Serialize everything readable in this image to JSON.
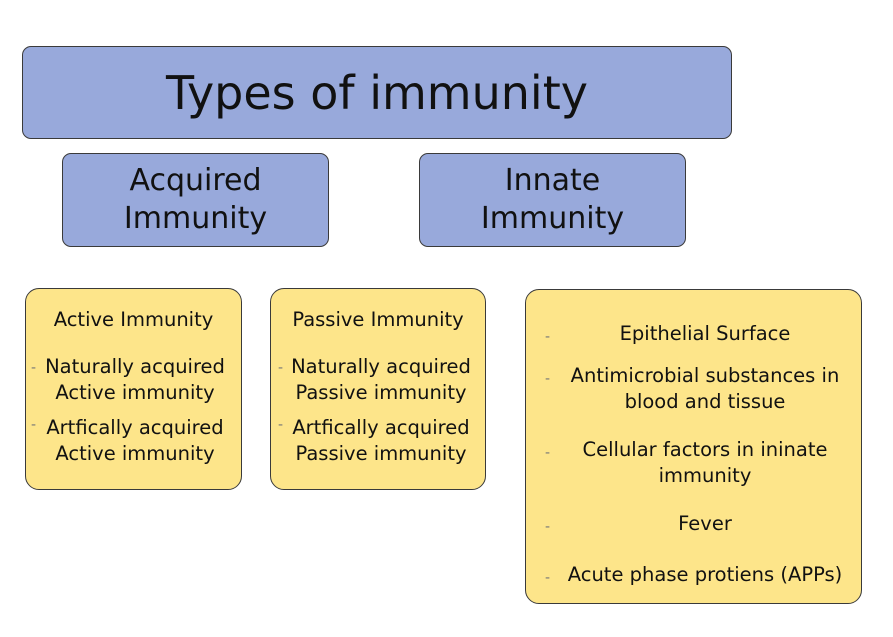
{
  "title": "Types of immunity",
  "categories": {
    "acquired": [
      "Acquired",
      "Immunity"
    ],
    "innate": [
      "Innate",
      "Immunity"
    ]
  },
  "active": {
    "heading": "Active Immunity",
    "items": [
      [
        "Naturally acquired",
        "Active immunity"
      ],
      [
        "Artfically acquired",
        "Active immunity"
      ]
    ]
  },
  "passive": {
    "heading": "Passive Immunity",
    "items": [
      [
        "Naturally acquired",
        "Passive immunity"
      ],
      [
        "Artfically acquired",
        "Passive immunity"
      ]
    ]
  },
  "innate_list": {
    "items": [
      [
        "Epithelial Surface"
      ],
      [
        "Antimicrobial substances in",
        "blood and tissue"
      ],
      [
        "Cellular factors in ininate",
        "immunity"
      ],
      [
        "Fever"
      ],
      [
        "Acute phase protiens (APPs)"
      ]
    ]
  },
  "bullet": "-",
  "colors": {
    "blue": "#98a9db",
    "yellow": "#fde58a",
    "border": "#3a3a3a"
  }
}
